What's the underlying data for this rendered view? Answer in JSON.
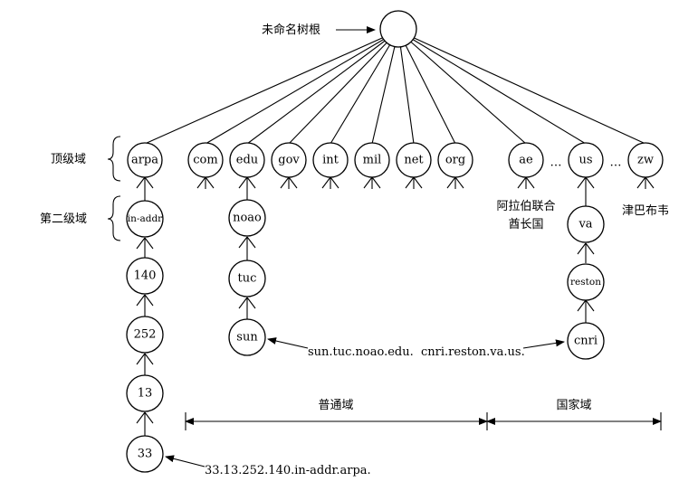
{
  "root_label": "未命名树根",
  "level_labels": {
    "top_level": "顶级域",
    "second_level": "第二级域"
  },
  "nodes": {
    "arpa": "arpa",
    "in_addr": "in-addr",
    "n140": "140",
    "n252": "252",
    "n13": "13",
    "n33": "33",
    "com": "com",
    "edu": "edu",
    "gov": "gov",
    "int": "int",
    "mil": "mil",
    "net": "net",
    "org": "org",
    "noao": "noao",
    "tuc": "tuc",
    "sun": "sun",
    "ae": "ae",
    "us": "us",
    "zw": "zw",
    "va": "va",
    "reston": "reston",
    "cnri": "cnri"
  },
  "ellipsis": "…",
  "country_names": {
    "ae_line1": "阿拉伯联合",
    "ae_line2": "酋长国",
    "zw": "津巴布韦"
  },
  "fqdn_labels": {
    "sun": "sun.tuc.noao.edu.",
    "cnri": "cnri.reston.va.us.",
    "in_addr": "33.13.252.140.in-addr.arpa."
  },
  "ranges": {
    "generic": "普通域",
    "country": "国家域"
  }
}
